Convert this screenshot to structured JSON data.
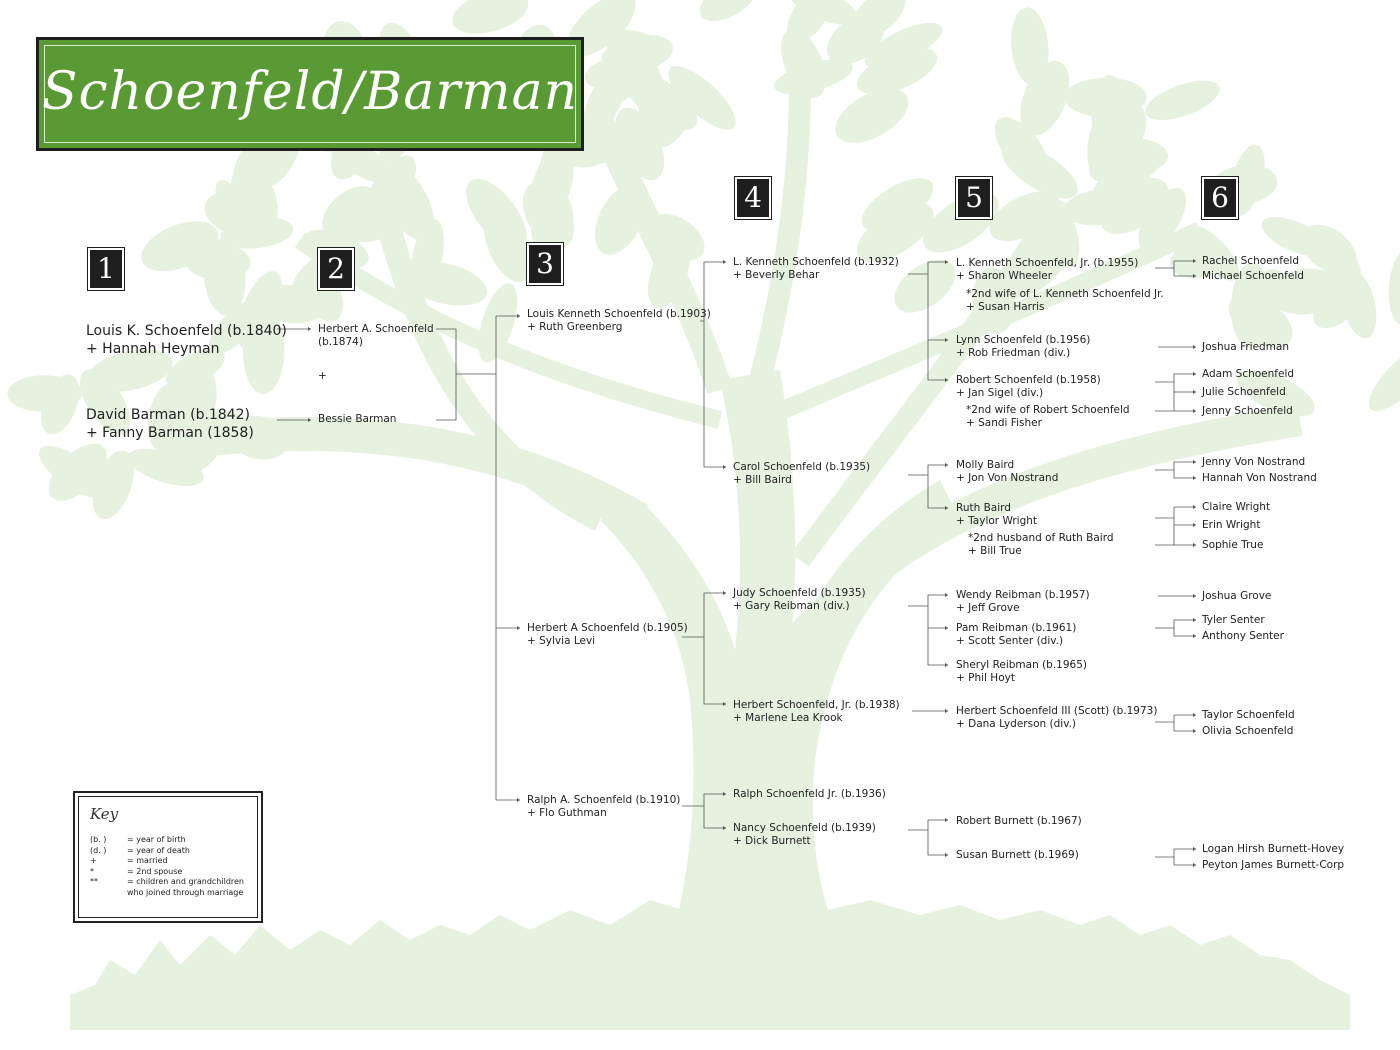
{
  "title": "Schoenfeld/Barman",
  "generations": [
    "1",
    "2",
    "3",
    "4",
    "5",
    "6"
  ],
  "gen1": [
    {
      "lines": [
        "Louis K. Schoenfeld (b.1840)",
        "+ Hannah Heyman"
      ]
    },
    {
      "lines": [
        "David Barman (b.1842)",
        "+ Fanny Barman (1858)"
      ]
    }
  ],
  "gen2": [
    {
      "lines": [
        "Herbert A. Schoenfeld",
        "(b.1874)"
      ]
    },
    {
      "lines": [
        "+"
      ]
    },
    {
      "lines": [
        "Bessie Barman"
      ]
    }
  ],
  "gen3": [
    {
      "lines": [
        "Louis Kenneth Schoenfeld (b.1903)",
        "+ Ruth Greenberg"
      ]
    },
    {
      "lines": [
        "Herbert A Schoenfeld (b.1905)",
        "+ Sylvia Levi"
      ]
    },
    {
      "lines": [
        "Ralph A. Schoenfeld (b.1910)",
        "+ Flo Guthman"
      ]
    }
  ],
  "gen4": [
    {
      "lines": [
        "L. Kenneth Schoenfeld (b.1932)",
        "+ Beverly Behar"
      ]
    },
    {
      "lines": [
        "Carol Schoenfeld (b.1935)",
        "+ Bill Baird"
      ]
    },
    {
      "lines": [
        "Judy Schoenfeld (b.1935)",
        "+ Gary Reibman (div.)"
      ]
    },
    {
      "lines": [
        "Herbert Schoenfeld, Jr. (b.1938)",
        "+ Marlene Lea Krook"
      ]
    },
    {
      "lines": [
        "Ralph Schoenfeld Jr. (b.1936)"
      ]
    },
    {
      "lines": [
        "Nancy Schoenfeld (b.1939)",
        "+ Dick Burnett"
      ]
    }
  ],
  "gen5": [
    {
      "lines": [
        "L. Kenneth Schoenfeld, Jr. (b.1955)",
        "+ Sharon Wheeler"
      ]
    },
    {
      "lines": [
        "Lynn Schoenfeld (b.1956)",
        "+ Rob Friedman (div.)"
      ]
    },
    {
      "lines": [
        "Robert Schoenfeld (b.1958)",
        "+ Jan Sigel (div.)"
      ]
    },
    {
      "lines": [
        "Molly Baird",
        "+ Jon Von Nostrand"
      ]
    },
    {
      "lines": [
        "Ruth Baird",
        "+ Taylor Wright"
      ]
    },
    {
      "lines": [
        "Wendy Reibman (b.1957)",
        "+ Jeff Grove"
      ]
    },
    {
      "lines": [
        "Pam Reibman (b.1961)",
        "+ Scott Senter (div.)"
      ]
    },
    {
      "lines": [
        "Sheryl Reibman (b.1965)",
        "+ Phil Hoyt"
      ]
    },
    {
      "lines": [
        "Herbert Schoenfeld III (Scott) (b.1973)",
        "+ Dana Lyderson (div.)"
      ]
    },
    {
      "lines": [
        "Robert Burnett (b.1967)"
      ]
    },
    {
      "lines": [
        "Susan Burnett (b.1969)"
      ]
    }
  ],
  "notes": [
    {
      "lines": [
        "*2nd wife of L. Kenneth Schoenfeld Jr.",
        "+ Susan Harris"
      ]
    },
    {
      "lines": [
        "*2nd wife of Robert Schoenfeld",
        "+ Sandi Fisher"
      ]
    },
    {
      "lines": [
        "*2nd husband of Ruth Baird",
        "+ Bill True"
      ]
    }
  ],
  "gen6": [
    "Rachel Schoenfeld",
    "Michael Schoenfeld",
    "Joshua Friedman",
    "Adam Schoenfeld",
    "Julie  Schoenfeld",
    "Jenny Schoenfeld",
    "Jenny Von Nostrand",
    "Hannah Von Nostrand",
    "Claire Wright",
    "Erin Wright",
    "Sophie True",
    "Joshua Grove",
    "Tyler Senter",
    "Anthony Senter",
    "Taylor Schoenfeld",
    "Olivia Schoenfeld",
    "Logan Hirsh Burnett-Hovey",
    "Peyton James Burnett-Corp"
  ],
  "key": {
    "title": "Key",
    "items": [
      {
        "symbol": "(b.    )",
        "meaning": "= year of birth"
      },
      {
        "symbol": "(d.    )",
        "meaning": "= year of death"
      },
      {
        "symbol": "+",
        "meaning": "= married"
      },
      {
        "symbol": "*",
        "meaning": "= 2nd spouse"
      },
      {
        "symbol": "**",
        "meaning": "= children and grandchildren"
      },
      {
        "symbol": "",
        "meaning": "who joined through marriage"
      }
    ]
  },
  "colors": {
    "title_bg": "#5a9a35",
    "tree": "#e6f0df",
    "box": "#1e1e1e",
    "line": "#555555"
  }
}
